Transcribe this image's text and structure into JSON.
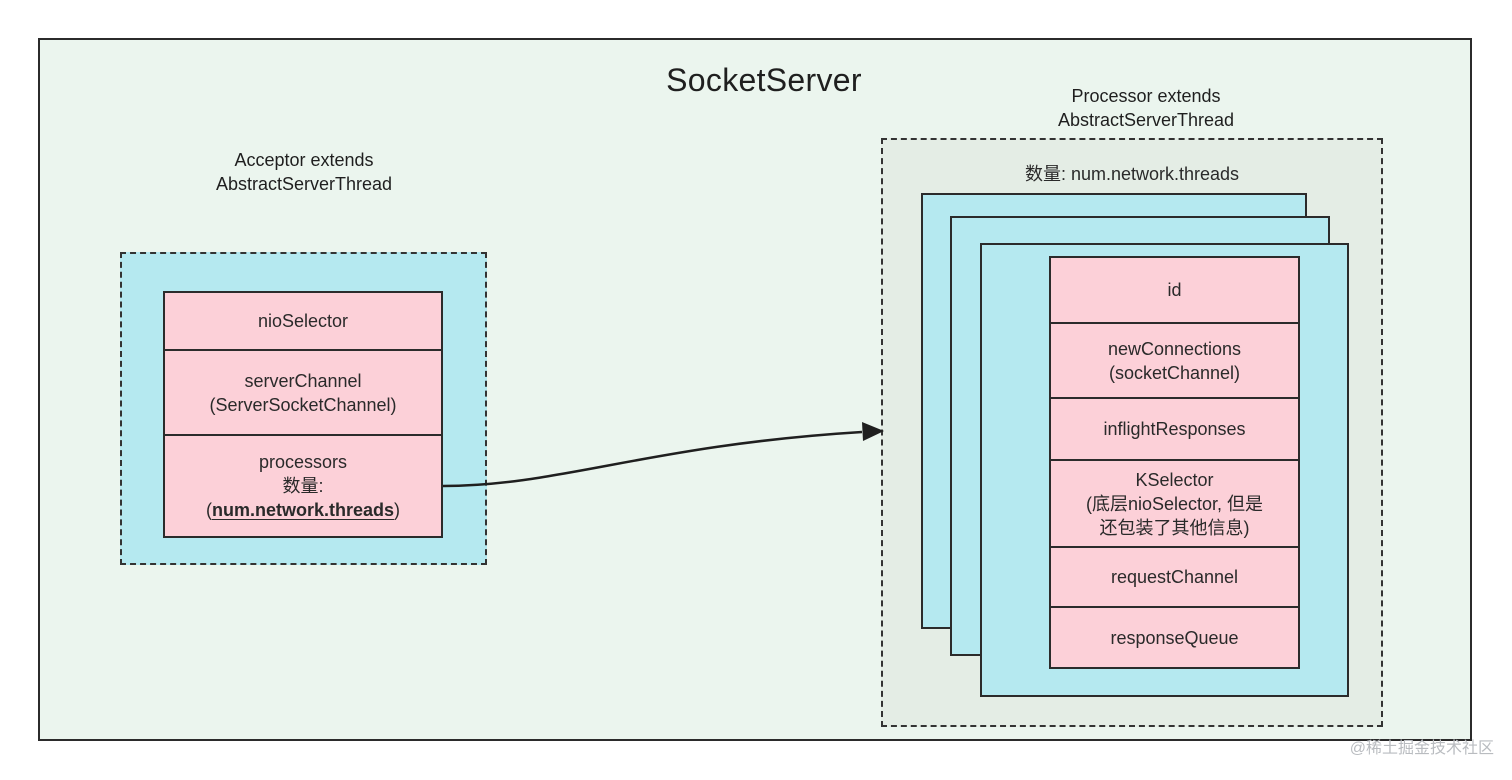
{
  "title": "SocketServer",
  "acceptor": {
    "caption_line1": "Acceptor extends",
    "caption_line2": "AbstractServerThread",
    "fields": {
      "nio_selector": "nioSelector",
      "server_channel_line1": "serverChannel",
      "server_channel_line2": "(ServerSocketChannel)",
      "processors_line1": "processors",
      "processors_line2": "数量:",
      "processors_open": "(",
      "processors_value": "num.network.threads",
      "processors_close": ")"
    }
  },
  "processor": {
    "caption_line1": "Processor extends",
    "caption_line2": "AbstractServerThread",
    "count_label": "数量: num.network.threads",
    "fields": {
      "id": "id",
      "new_connections_line1": "newConnections",
      "new_connections_line2": "(socketChannel)",
      "inflight_responses": "inflightResponses",
      "kselector_line1": "KSelector",
      "kselector_line2": "(底层nioSelector, 但是",
      "kselector_line3": "还包装了其他信息)",
      "request_channel": "requestChannel",
      "response_queue": "responseQueue"
    }
  },
  "watermark": "@稀土掘金技术社区",
  "colors": {
    "outer_background": "#ebf5ee",
    "thread_box": "#b5e9f0",
    "field_box": "#fcd0d8",
    "border": "#2b2b2b"
  }
}
